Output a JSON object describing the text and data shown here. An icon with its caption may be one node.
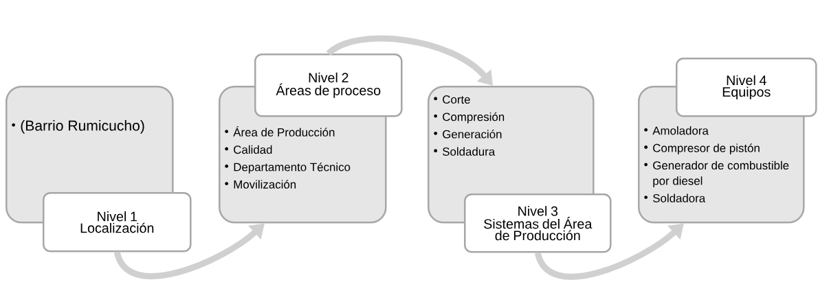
{
  "diagram": {
    "nodes": [
      {
        "text": [
          "(Barrio Rumicucho)"
        ]
      },
      {
        "text": [
          "Nivel 1",
          "Localización"
        ]
      },
      {
        "text": [
          "Área de Producción",
          "Calidad",
          "Departamento Técnico",
          "Movilización"
        ]
      },
      {
        "text": [
          "Nivel 2",
          "Áreas de proceso"
        ]
      },
      {
        "text": [
          "Corte",
          "Compresión",
          "Generación",
          "Soldadura"
        ]
      },
      {
        "text": [
          "Nivel 3",
          "Sistemas del Área de Producción"
        ]
      },
      {
        "text": [
          "Amoladora",
          "Compresor de pistón",
          "Generador de combustible por diesel",
          "Soldadora"
        ]
      },
      {
        "text": [
          "Nivel 4",
          "Equipos"
        ]
      }
    ],
    "edges": [
      {
        "from": 1,
        "to": 2,
        "arrow": "to"
      },
      {
        "from": 3,
        "to": 4,
        "arrow": "to"
      },
      {
        "from": 5,
        "to": 6,
        "arrow": "to"
      }
    ]
  }
}
